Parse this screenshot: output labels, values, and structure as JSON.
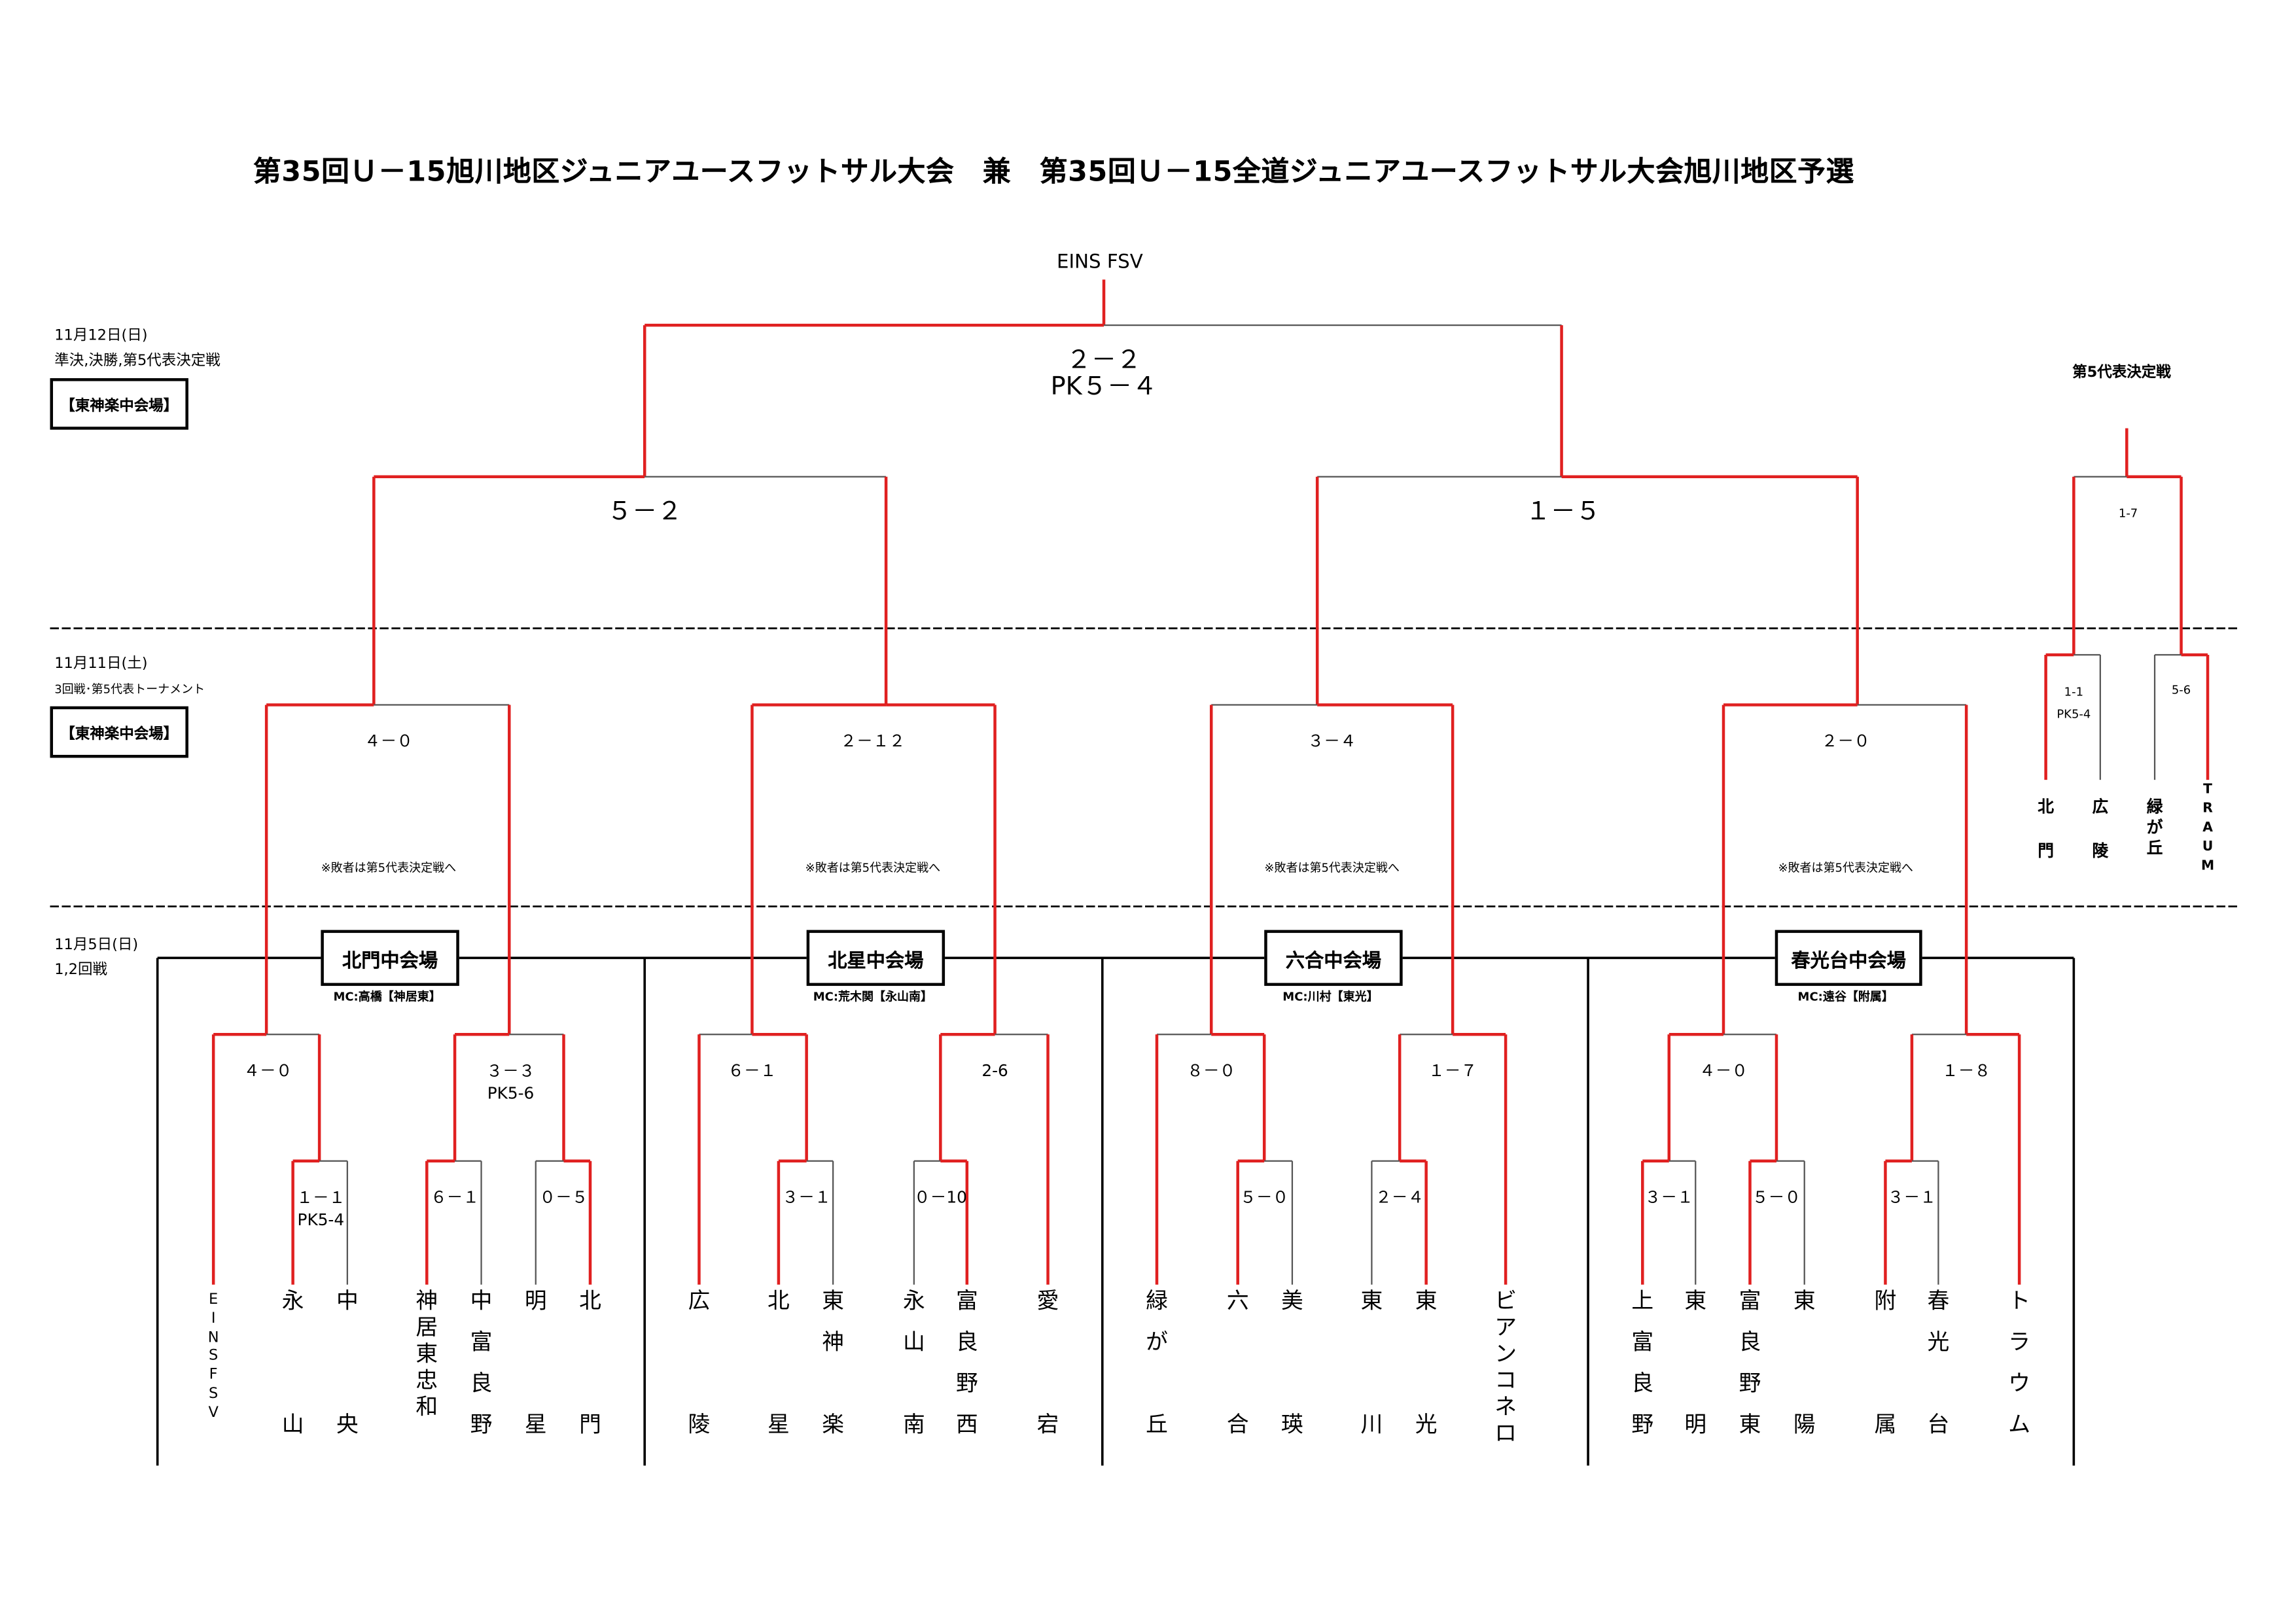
{
  "title": "第35回Ｕ－15旭川地区ジュニアユースフットサル大会　兼　第35回Ｕ－15全道ジュニアユースフットサル大会旭川地区予選",
  "champion": "EINS FSV",
  "days": [
    {
      "date": "11月12日(日)",
      "round": "準決,決勝,第5代表決定戦",
      "venue": "【東神楽中会場】"
    },
    {
      "date": "11月11日(土)",
      "round": "3回戦･第5代表トーナメント",
      "venue": "【東神楽中会場】"
    },
    {
      "date": "11月5日(日)",
      "round": "1,2回戦"
    }
  ],
  "venues": [
    {
      "name": "北門中会場",
      "mc": "MC:高橋【神居東】"
    },
    {
      "name": "北星中会場",
      "mc": "MC:荒木関【永山南】"
    },
    {
      "name": "六合中会場",
      "mc": "MC:川村【東光】"
    },
    {
      "name": "春光台中会場",
      "mc": "MC:遠谷【附属】"
    }
  ],
  "scores": {
    "final": [
      "２－２",
      "PK５－４"
    ],
    "sf_left": "５－２",
    "sf_right": "１－５",
    "qf": [
      "４－０",
      "２－１２",
      "３－４",
      "２－０"
    ],
    "r2": [
      "４－０",
      "３－３",
      "PK5-6",
      "６－１",
      "2-6",
      "８－０",
      "１－７",
      "４－０",
      "１－８"
    ],
    "r1": [
      "１－１",
      "PK5-4",
      "６－１",
      "０－５",
      "３－１",
      "０－10",
      "５－０",
      "２－４",
      "３－１",
      "５－０",
      "３－１"
    ]
  },
  "note": "※敗者は第5代表決定戦へ",
  "fifth_place": {
    "title": "第5代表決定戦",
    "final": "1-7",
    "semi1": [
      "1-1",
      "PK5-4"
    ],
    "semi2": "5-6",
    "teams": [
      [
        "北",
        "門"
      ],
      [
        "広",
        "陵"
      ],
      [
        "緑",
        "が",
        "丘"
      ],
      [
        "T",
        "R",
        "A",
        "U",
        "M"
      ]
    ]
  },
  "teams": [
    {
      "chars": [
        "E",
        "I",
        "N",
        "S",
        "F",
        "S",
        "V"
      ],
      "latin": true
    },
    {
      "chars": [
        "永",
        "",
        "",
        "山"
      ]
    },
    {
      "chars": [
        "中",
        "",
        "",
        "央"
      ]
    },
    {
      "chars": [
        "神",
        "居",
        "東",
        "忠",
        "和"
      ],
      "tight": true
    },
    {
      "chars": [
        "中",
        "富",
        "良",
        "野"
      ]
    },
    {
      "chars": [
        "明",
        "",
        "",
        "星"
      ]
    },
    {
      "chars": [
        "北",
        "",
        "",
        "門"
      ]
    },
    {
      "chars": [
        "広",
        "",
        "",
        "陵"
      ]
    },
    {
      "chars": [
        "北",
        "",
        "",
        "星"
      ]
    },
    {
      "chars": [
        "東",
        "神",
        "",
        "楽"
      ]
    },
    {
      "chars": [
        "永",
        "山",
        "",
        "南"
      ]
    },
    {
      "chars": [
        "富",
        "良",
        "野",
        "西"
      ]
    },
    {
      "chars": [
        "愛",
        "",
        "",
        "宕"
      ]
    },
    {
      "chars": [
        "緑",
        "が",
        "",
        "丘"
      ]
    },
    {
      "chars": [
        "六",
        "",
        "",
        "合"
      ]
    },
    {
      "chars": [
        "美",
        "",
        "",
        "瑛"
      ]
    },
    {
      "chars": [
        "東",
        "",
        "",
        "川"
      ]
    },
    {
      "chars": [
        "東",
        "",
        "",
        "光"
      ]
    },
    {
      "chars": [
        "ビ",
        "ア",
        "ン",
        "コ",
        "ネ",
        "ロ"
      ],
      "tight": true
    },
    {
      "chars": [
        "上",
        "富",
        "良",
        "野"
      ]
    },
    {
      "chars": [
        "東",
        "",
        "",
        "明"
      ]
    },
    {
      "chars": [
        "富",
        "良",
        "野",
        "東"
      ]
    },
    {
      "chars": [
        "東",
        "",
        "",
        "陽"
      ]
    },
    {
      "chars": [
        "附",
        "",
        "",
        "属"
      ]
    },
    {
      "chars": [
        "春",
        "光",
        "",
        "台"
      ]
    },
    {
      "chars": [
        "ト",
        "ラ",
        "ウ",
        "ム"
      ]
    }
  ],
  "colors": {
    "win": "#e02020",
    "line": "#000000",
    "thin": "#555555"
  }
}
